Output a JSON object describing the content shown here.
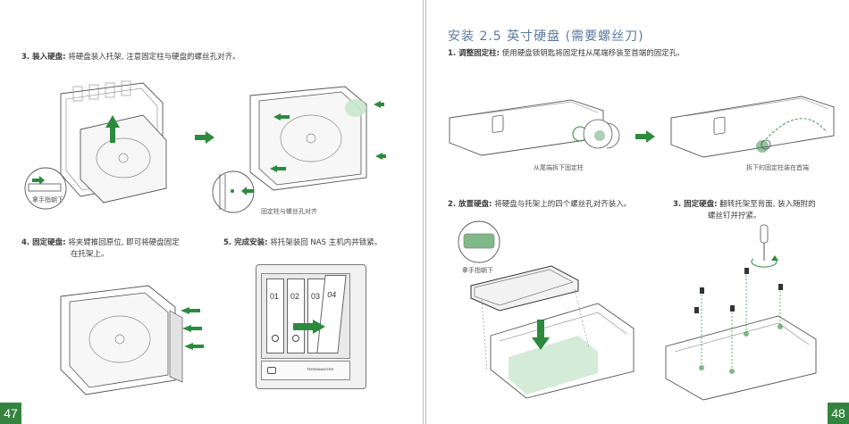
{
  "left_page": {
    "page_number": "47",
    "step3": {
      "label": "3. 装入硬盘:",
      "text": "将硬盘装入托架, 注意固定柱与硬盘的螺丝孔对齐。"
    },
    "caption_left": "拿手指朝下",
    "caption_right": "固定柱与螺丝孔对齐",
    "step4": {
      "label": "4. 固定硬盘:",
      "text": "将夹臂推回原位, 即可将硬盘固定",
      "text2": "在托架上。"
    },
    "step5": {
      "label": "5. 完成安装:",
      "text": "将托架装回 NAS 主机内并锁紧。"
    },
    "nas_bays": [
      "01",
      "02",
      "03",
      "04"
    ],
    "nas_brand": "TERRAMASTER"
  },
  "right_page": {
    "page_number": "48",
    "section_title": "安装 2.5 英寸硬盘 (需要螺丝刀)",
    "step1": {
      "label": "1. 调整固定柱:",
      "text": "使用硬盘锁钥匙将固定柱从尾端移装至首端的固定孔。"
    },
    "caption_remove": "从尾端拆下固定柱",
    "caption_install": "拆下的固定柱装在首端",
    "step2": {
      "label": "2. 放置硬盘:",
      "text": "将硬盘与托架上的四个螺丝孔对齐装入。"
    },
    "caption_finger": "拿手指朝下",
    "step3": {
      "label": "3. 固定硬盘:",
      "text": "翻转托架至背面, 装入随附的",
      "text2": "螺丝钉并拧紧。"
    }
  },
  "colors": {
    "accent_green": "#34843f",
    "title_blue": "#5b7aa0",
    "highlight_green": "#c9e7cd"
  }
}
